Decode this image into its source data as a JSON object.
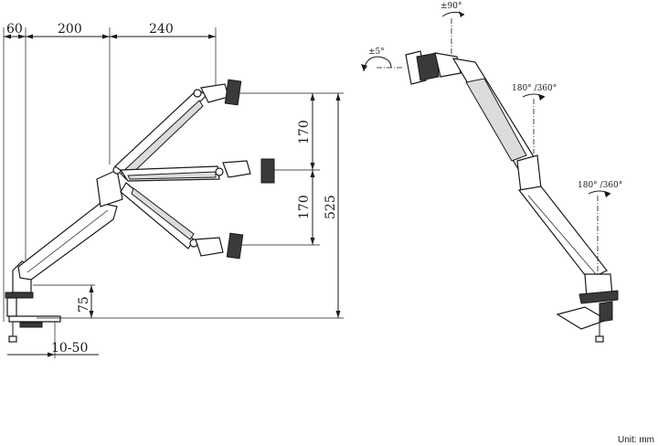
{
  "dimensions": {
    "top_60": "60",
    "top_200": "200",
    "top_240": "240",
    "right_170_upper": "170",
    "right_170_lower": "170",
    "height_525": "525",
    "base_75": "75",
    "clamp_range": "10-50"
  },
  "rotations": {
    "tilt_90": "±90°",
    "tilt_5": "±5°",
    "swivel_upper": "180° /360°",
    "swivel_lower": "180° /360°"
  },
  "unit_label": "Unit: mm",
  "colors": {
    "line": "#1a1a1a",
    "shade": "#dcdcdc",
    "dark": "#3a3a3a"
  }
}
